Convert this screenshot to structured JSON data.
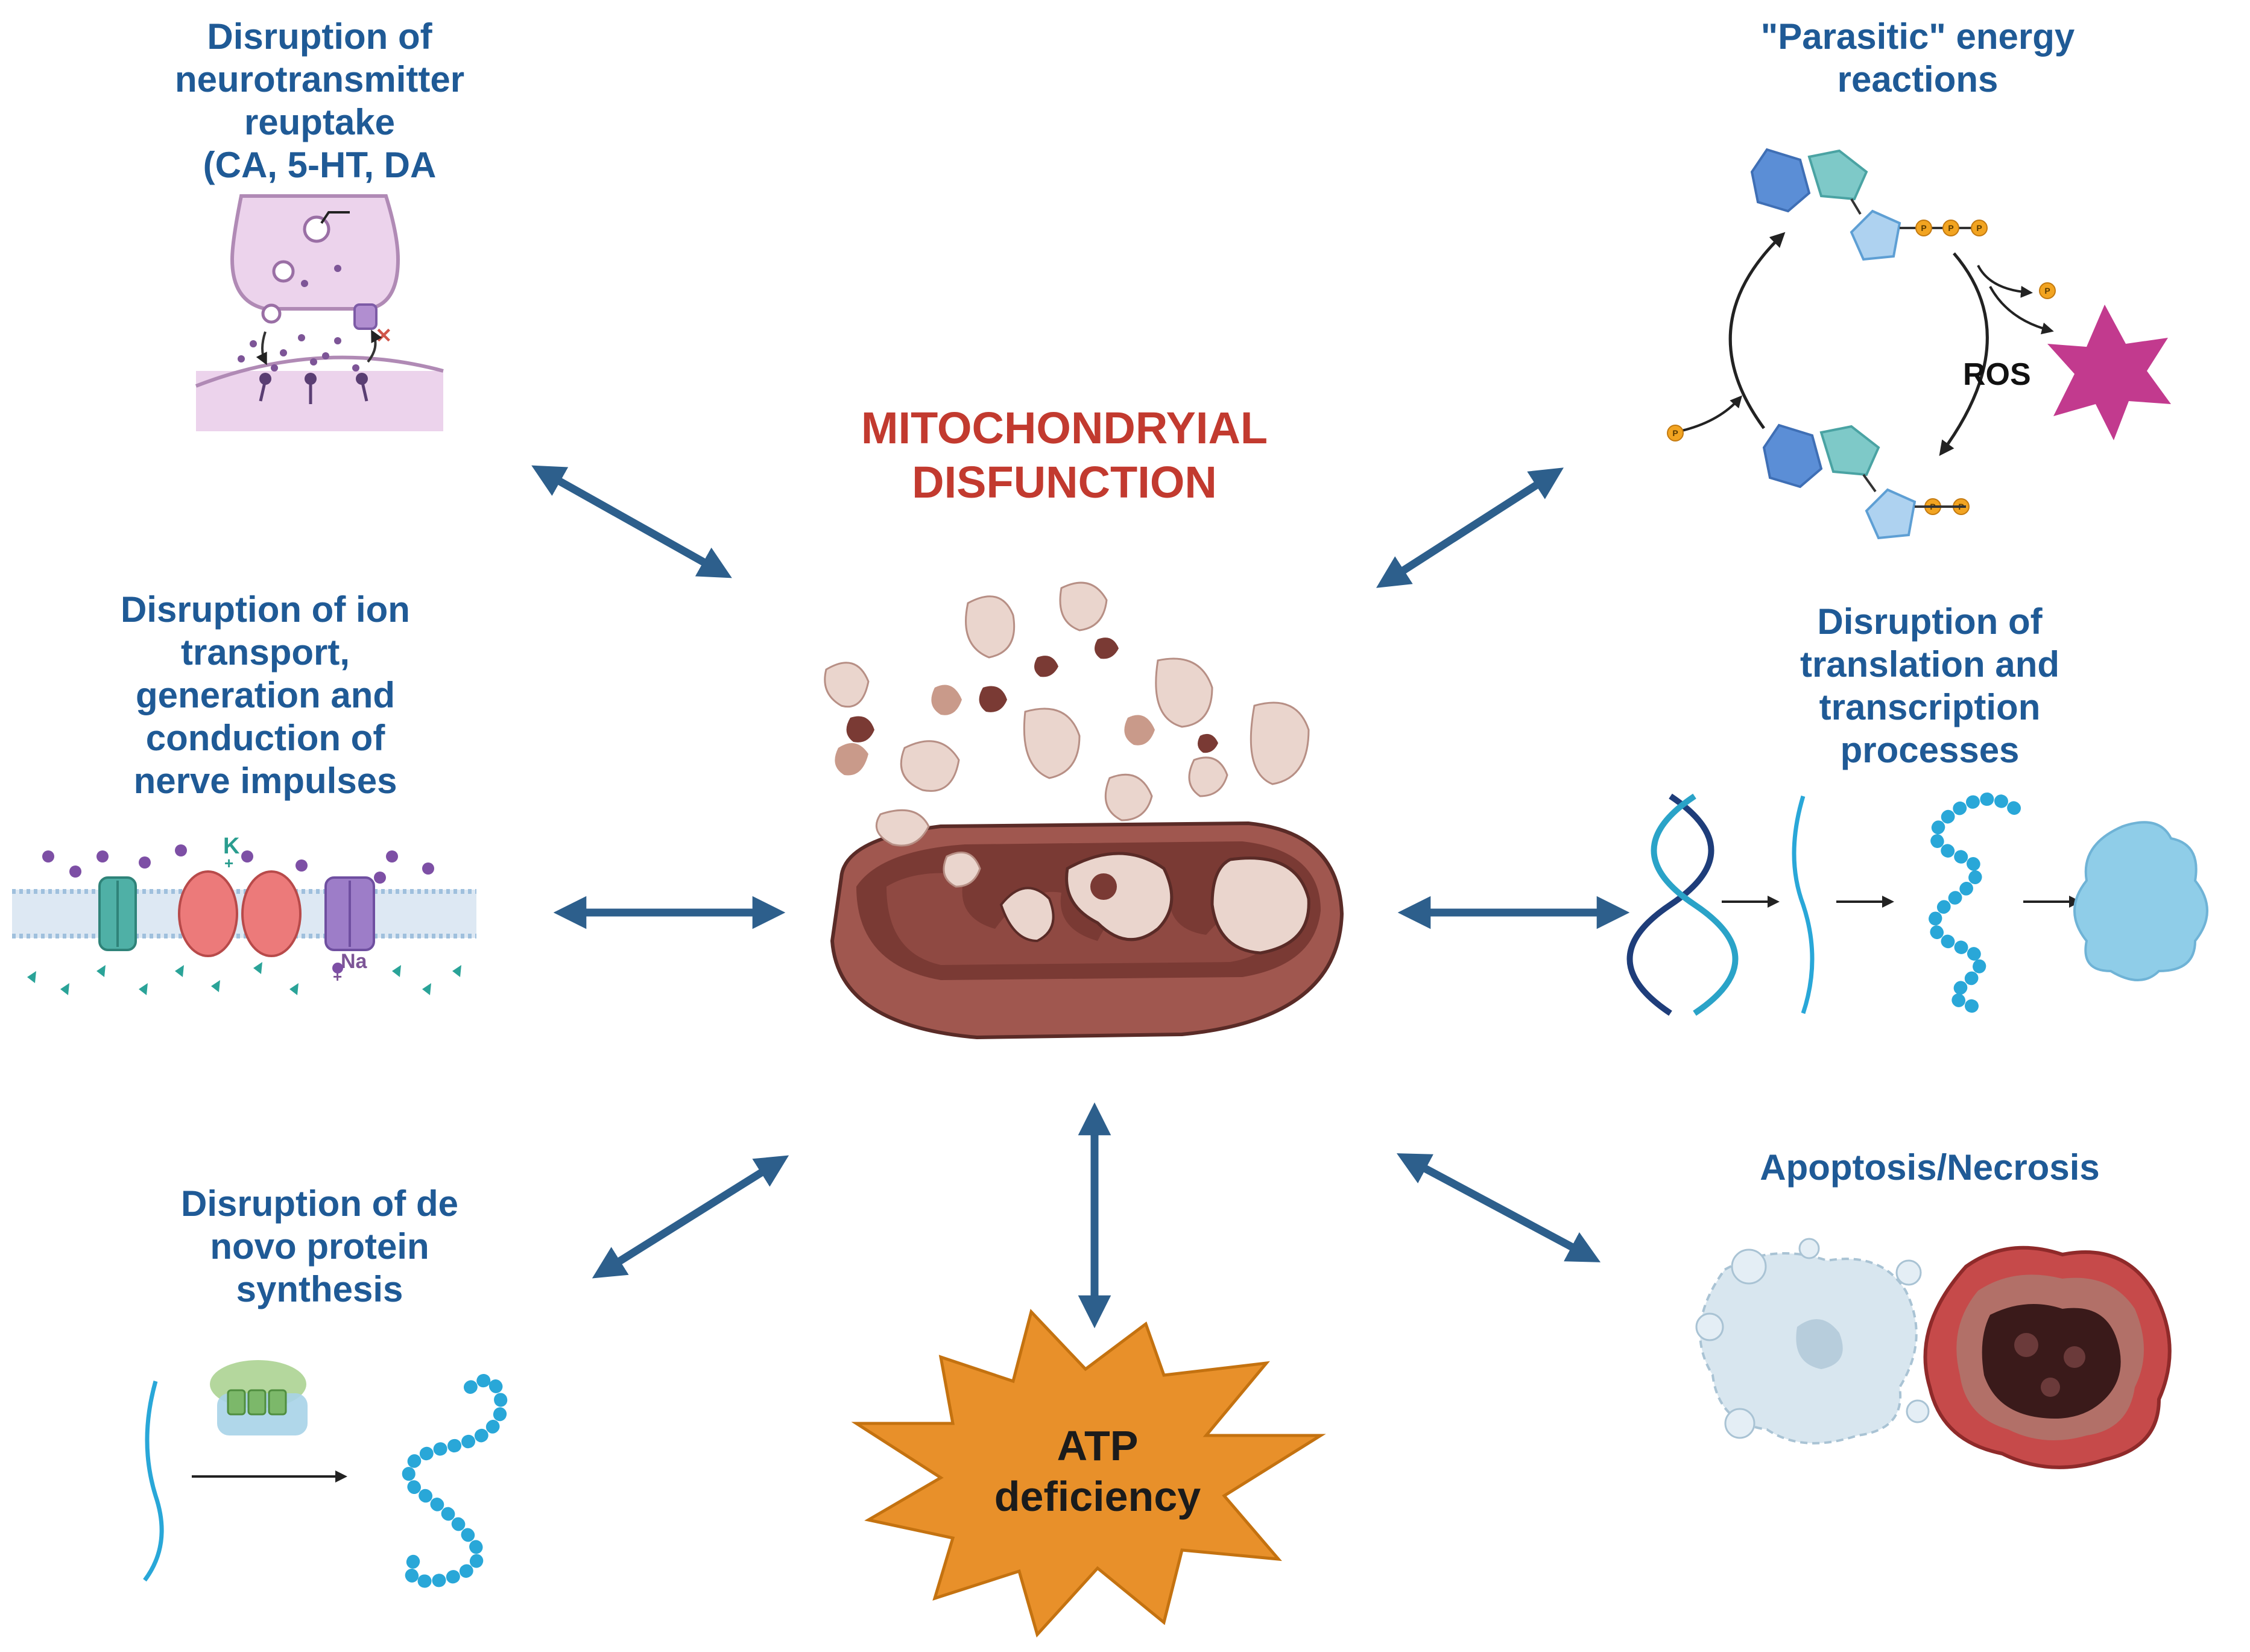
{
  "title": {
    "line1": "MITOCHONDRYIAL",
    "line2": "DISFUNCTION"
  },
  "panels": {
    "neurotransmitter": {
      "lines": [
        "Disruption of",
        "neurotransmitter",
        "reuptake",
        "(CA, 5-HT, DA"
      ]
    },
    "parasitic": {
      "lines": [
        "\"Parasitic\" energy",
        "reactions"
      ]
    },
    "ion_transport": {
      "lines": [
        "Disruption of ion",
        "transport,",
        "generation and",
        "conduction of",
        "nerve impulses"
      ]
    },
    "translation": {
      "lines": [
        "Disruption of",
        "translation and",
        "transcription",
        "processes"
      ]
    },
    "protein_synthesis": {
      "lines": [
        "Disruption of de",
        "novo protein",
        "synthesis"
      ]
    },
    "apoptosis": {
      "lines": [
        "Apoptosis/Necrosis"
      ]
    }
  },
  "atp": {
    "line1": "ATP",
    "line2": "deficiency"
  },
  "labels": {
    "ros": "ROS",
    "phosphate": "P",
    "potassium": "K",
    "sodium": "Na",
    "plus": "+"
  },
  "colors": {
    "label_blue": "#1f5a96",
    "arrow_blue": "#2d5f8c",
    "title_red": "#c23a2f",
    "atp_orange": "#e8902a",
    "ros_magenta": "#c23a8e",
    "mitochondrion": "#a0574f",
    "bead_blue": "#29a7d8"
  }
}
